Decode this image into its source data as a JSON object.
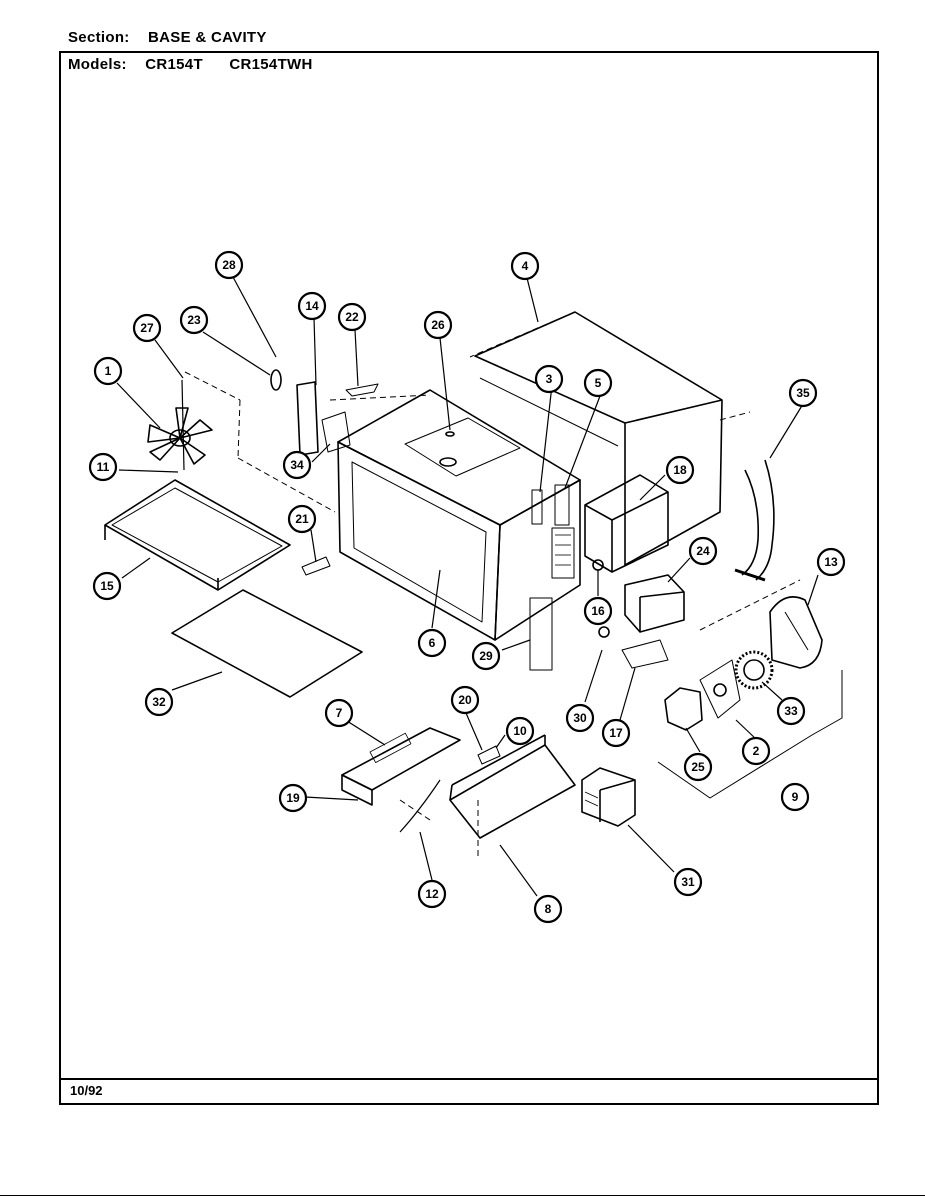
{
  "header": {
    "section_label": "Section:",
    "section_value": "BASE & CAVITY",
    "models_label": "Models:",
    "models": [
      "CR154T",
      "CR154TWH"
    ]
  },
  "footer": {
    "date_code": "10/92"
  },
  "callouts": [
    "28",
    "27",
    "23",
    "14",
    "22",
    "26",
    "4",
    "1",
    "3",
    "5",
    "35",
    "11",
    "34",
    "18",
    "21",
    "15",
    "24",
    "13",
    "6",
    "16",
    "29",
    "32",
    "30",
    "17",
    "33",
    "7",
    "20",
    "10",
    "2",
    "25",
    "9",
    "19",
    "12",
    "31",
    "8"
  ]
}
